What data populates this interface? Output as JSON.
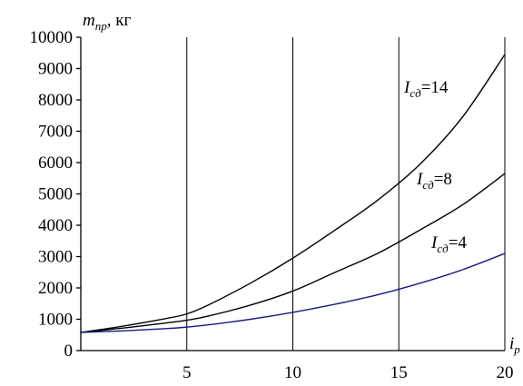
{
  "chart_data": {
    "type": "line",
    "y_axis_label": {
      "symbol": "m",
      "subscript": "пр",
      "unit": ", кг"
    },
    "x_axis_label": {
      "symbol": "i",
      "subscript": "р"
    },
    "xlim": [
      0,
      20
    ],
    "ylim": [
      0,
      10000
    ],
    "x_ticks": [
      5,
      10,
      15,
      20
    ],
    "y_ticks": [
      0,
      1000,
      2000,
      3000,
      4000,
      5000,
      6000,
      7000,
      8000,
      9000,
      10000
    ],
    "grid": {
      "vertical": true,
      "horizontal": false
    },
    "series": [
      {
        "name": "Iсд=14",
        "label": {
          "symbol": "I",
          "subscript": "сд",
          "suffix": "=14"
        },
        "color": "#000000",
        "x": [
          0,
          2,
          4,
          5,
          6,
          8,
          10,
          12,
          14,
          16,
          18,
          20
        ],
        "y": [
          580,
          780,
          1020,
          1170,
          1450,
          2150,
          2950,
          3850,
          4800,
          5950,
          7450,
          9450
        ]
      },
      {
        "name": "Iсд=8",
        "label": {
          "symbol": "I",
          "subscript": "сд",
          "suffix": "=8"
        },
        "color": "#000000",
        "x": [
          0,
          2,
          4,
          5,
          6,
          8,
          10,
          12,
          14,
          16,
          18,
          20
        ],
        "y": [
          580,
          720,
          880,
          970,
          1100,
          1450,
          1900,
          2500,
          3100,
          3850,
          4650,
          5650
        ]
      },
      {
        "name": "Iсд=4",
        "label": {
          "symbol": "I",
          "subscript": "сд",
          "suffix": "=4"
        },
        "color": "#1a1a80",
        "x": [
          0,
          2,
          4,
          5,
          6,
          8,
          10,
          12,
          14,
          16,
          18,
          20
        ],
        "y": [
          580,
          630,
          700,
          750,
          820,
          1000,
          1220,
          1480,
          1780,
          2150,
          2580,
          3100
        ]
      }
    ]
  }
}
